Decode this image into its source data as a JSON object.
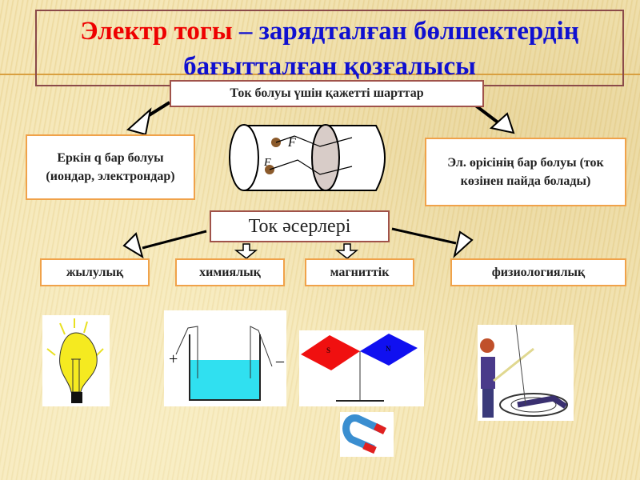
{
  "title": {
    "part1": "Электр тогы",
    "dash": " – ",
    "part2": "зарядталған бөлшектердің бағытталған қозғалысы"
  },
  "conditions": {
    "header": "Ток болуы үшін қажетті шарттар",
    "left": "Еркін q бар болуы (иондар, электрондар)",
    "right": "Эл. өрісінің бар болуы (ток көзінен пайда болады)"
  },
  "cylinder": {
    "force_label": "F",
    "force_label2": "F"
  },
  "effects": {
    "header": "Ток әсерлері",
    "items": [
      {
        "label": "жылулық"
      },
      {
        "label": "химиялық"
      },
      {
        "label": "магниттік"
      },
      {
        "label": "физиологиялық"
      }
    ]
  },
  "images": {
    "electrolysis_plus": "+",
    "electrolysis_minus": "–",
    "magnet_s": "S",
    "magnet_n": "N"
  },
  "colors": {
    "title_red": "#e00000",
    "title_blue": "#1010d0",
    "box_border": "#f0a24a"
  }
}
